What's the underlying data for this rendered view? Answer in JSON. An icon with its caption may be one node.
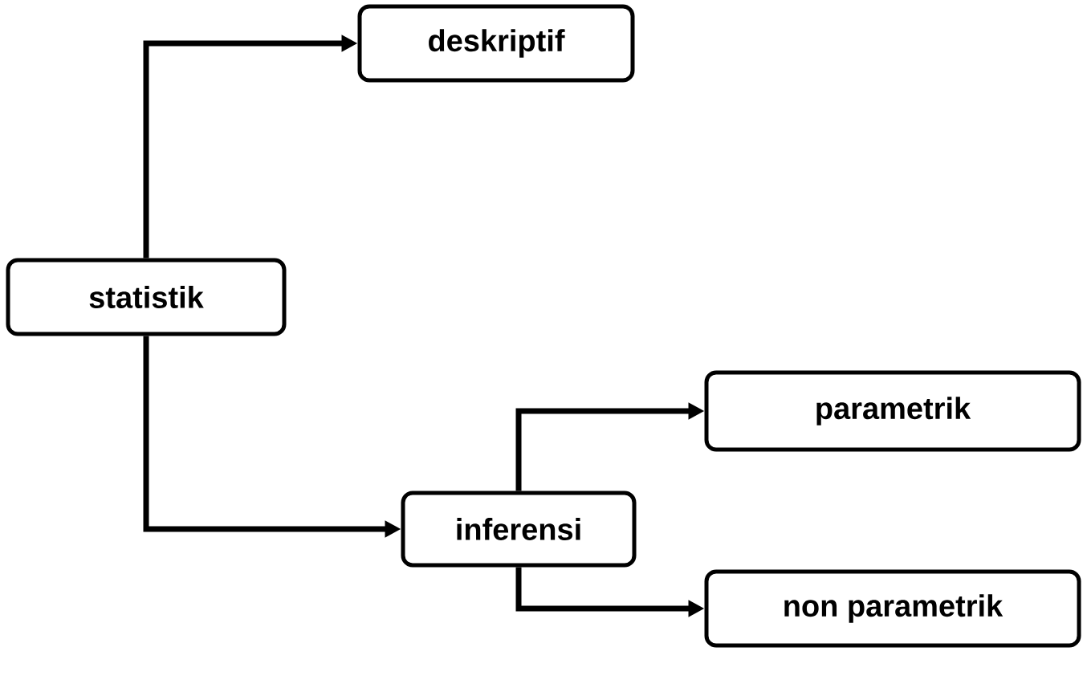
{
  "diagram": {
    "nodes": [
      {
        "text": [
          "statistik"
        ]
      },
      {
        "text": [
          "deskriptif"
        ]
      },
      {
        "text": [
          "inferensi"
        ]
      },
      {
        "text": [
          "parametrik"
        ]
      },
      {
        "text": [
          "non parametrik"
        ]
      }
    ],
    "edges": [
      {
        "from": 0,
        "to": 1,
        "arrow": "to"
      },
      {
        "from": 0,
        "to": 2,
        "arrow": "to"
      },
      {
        "from": 2,
        "to": 3,
        "arrow": "to"
      },
      {
        "from": 2,
        "to": 4,
        "arrow": "to"
      }
    ]
  }
}
